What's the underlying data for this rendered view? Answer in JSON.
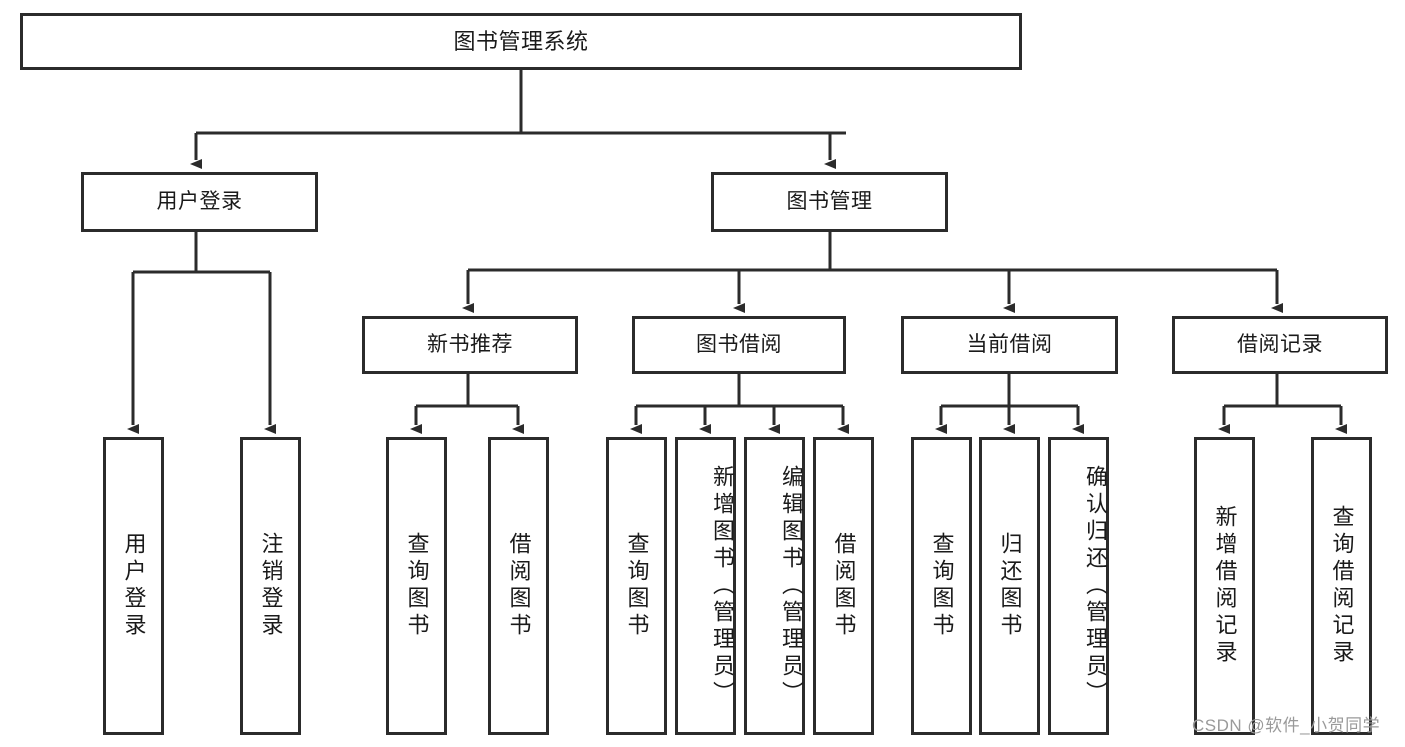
{
  "diagram": {
    "title": "图书管理系统",
    "type": "tree-hierarchy",
    "root": {
      "label": "图书管理系统"
    },
    "level1": [
      {
        "label": "用户登录"
      },
      {
        "label": "图书管理"
      }
    ],
    "level2": [
      {
        "label": "新书推荐"
      },
      {
        "label": "图书借阅"
      },
      {
        "label": "当前借阅"
      },
      {
        "label": "借阅记录"
      }
    ],
    "leaves": {
      "user_login": [
        {
          "label": "用户登录"
        },
        {
          "label": "注销登录"
        }
      ],
      "new_book_recommend": [
        {
          "label": "查询图书"
        },
        {
          "label": "借阅图书"
        }
      ],
      "book_borrow": [
        {
          "label": "查询图书"
        },
        {
          "label": "新增图书（管理员）"
        },
        {
          "label": "编辑图书（管理员）"
        },
        {
          "label": "借阅图书"
        }
      ],
      "current_borrow": [
        {
          "label": "查询图书"
        },
        {
          "label": "归还图书"
        },
        {
          "label": "确认归还（管理员）"
        }
      ],
      "borrow_record": [
        {
          "label": "新增借阅记录"
        },
        {
          "label": "查询借阅记录"
        }
      ]
    },
    "watermark": "CSDN @软件_小贺同学",
    "colors": {
      "stroke": "#2b2b2b",
      "fill": "#ffffff",
      "text": "#1a1a1a",
      "watermark": "#9a9a9a"
    }
  }
}
